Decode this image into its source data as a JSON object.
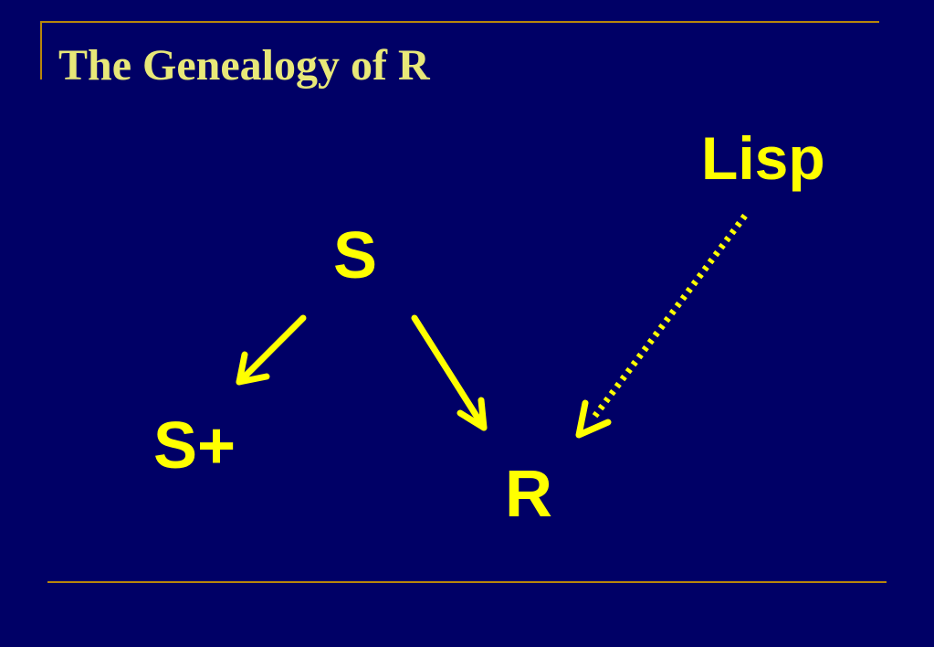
{
  "slide": {
    "title": "The Genealogy of  R"
  },
  "nodes": {
    "lisp": "Lisp",
    "s": "S",
    "s_plus": "S+",
    "r": "R"
  },
  "edges": [
    {
      "from": "S",
      "to": "S+",
      "style": "solid"
    },
    {
      "from": "S",
      "to": "R",
      "style": "solid"
    },
    {
      "from": "Lisp",
      "to": "R",
      "style": "dotted"
    }
  ],
  "colors": {
    "background": "#000066",
    "title": "#e8e878",
    "accent_rule": "#b8860b",
    "node_text": "#ffff00",
    "arrow": "#ffff00"
  }
}
